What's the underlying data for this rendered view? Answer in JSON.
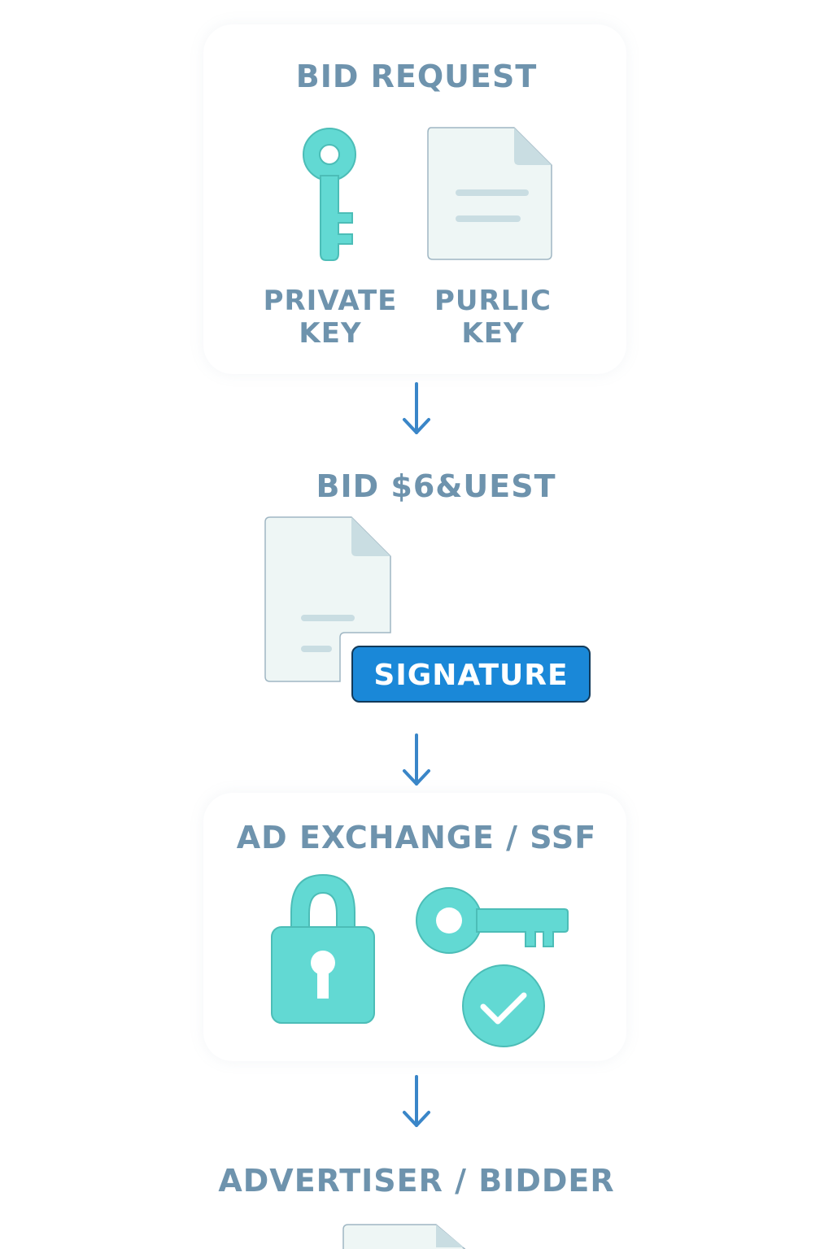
{
  "colors": {
    "teal": "#62d9d3",
    "label": "#6e93ad",
    "arrow": "#3a86c8",
    "signature": "#1a88d8",
    "doc": "#eef6f5"
  },
  "step1": {
    "title": "BID REQUEST",
    "private_key": {
      "line1": "PRIVATE",
      "line2": "KEY",
      "icon": "key-icon"
    },
    "public_key": {
      "line1": "PURLIC",
      "line2": "KEY",
      "icon": "document-icon"
    }
  },
  "step2": {
    "title": "BID $6&UEST",
    "badge": "SIGNATURE",
    "icon": "document-icon"
  },
  "step3": {
    "title": "AD EXCHANGE / SSF",
    "icons": [
      "padlock-icon",
      "key-icon",
      "check-circle-icon"
    ]
  },
  "step4": {
    "title": "ADVERTISER / BIDDER",
    "icon": "document-icon"
  }
}
